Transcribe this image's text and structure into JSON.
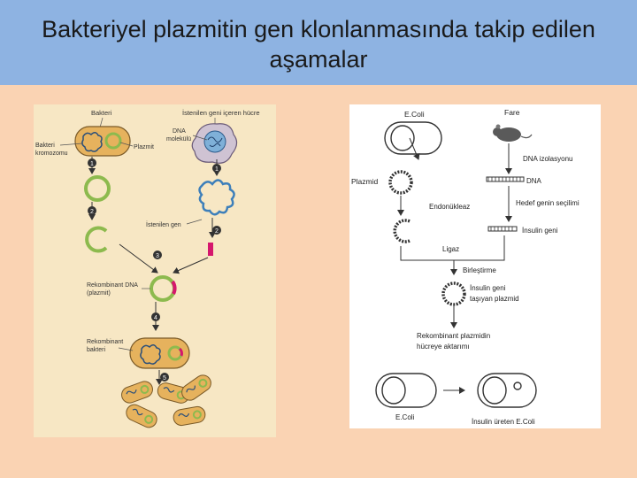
{
  "title": {
    "line1": "Bakteriyel plazmitin gen klonlanmasında takip edilen",
    "line2": "aşamalar"
  },
  "left_diagram": {
    "labels": {
      "bacterium": "Bakteri",
      "target_cell": "İstenilen geni içeren hücre",
      "dna_line1": "DNA",
      "dna_line2": "molekülü",
      "bacterial_chromosome_line1": "Bakteri",
      "bacterial_chromosome_line2": "kromozomu",
      "plasmid": "Plazmit",
      "wanted_gene": "İstenilen gen",
      "recombinant_dna_line1": "Rekombinant DNA",
      "recombinant_dna_line2": "(plazmit)",
      "recombinant_bacteria_line1": "Rekombinant",
      "recombinant_bacteria_line2": "bakteri"
    },
    "steps": [
      "1",
      "2",
      "1",
      "2",
      "3",
      "4",
      "5"
    ]
  },
  "right_diagram": {
    "labels": {
      "ecoli_top": "E.Coli",
      "mouse": "Fare",
      "dna_isolation": "DNA izolasyonu",
      "dna": "DNA",
      "plasmid": "Plazmid",
      "endonuclease": "Endonükleaz",
      "gene_selection": "Hedef genin seçilimi",
      "insulin_gene": "İnsulin geni",
      "ligase": "Ligaz",
      "joining": "Birleştirme",
      "insulin_plasmid_line1": "İnsulin geni",
      "insulin_plasmid_line2": "taşıyan plazmid",
      "transfer_line1": "Rekombinant plazmidin",
      "transfer_line2": "hücreye aktarımı",
      "ecoli_bottom": "E.Coli",
      "insulin_ecoli": "İnsulin üreten E.Coli"
    }
  },
  "colors": {
    "background": "#fad3b3",
    "title_bar": "#8eb3e2",
    "left_panel": "#f7e7c4",
    "bacterium_fill": "#e6b25d",
    "cell_fill": "#cfc3d3",
    "plasmid_green": "#8dba4e",
    "gene_magenta": "#d5176d",
    "chromosome_blue": "#3d7fba",
    "step_circle": "#333333"
  },
  "icons": {
    "arrow": "arrow-icon",
    "mouse": "mouse-icon"
  }
}
